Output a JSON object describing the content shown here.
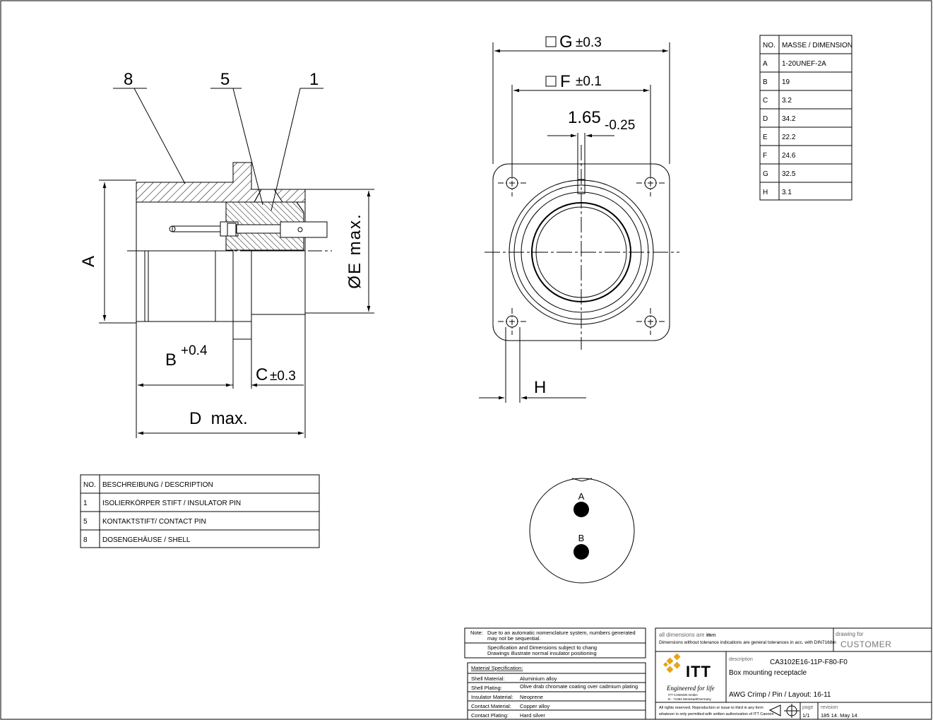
{
  "balloons": [
    "8",
    "5",
    "1"
  ],
  "dimensions": {
    "A": "A",
    "E": "ØE max.",
    "B": "B",
    "B_tol": "+0.4",
    "C": "C",
    "C_tol": "±0.3",
    "D": "D  max.",
    "G": "G",
    "G_tol": "±0.3",
    "F": "F",
    "F_tol": "±0.1",
    "pin": "1.65",
    "pin_tol": "-0.25",
    "H": "H"
  },
  "pin_labels": [
    "A",
    "B"
  ],
  "dimension_table": {
    "headers": [
      "NO.",
      "MASSE / DIMENSION"
    ],
    "rows": [
      [
        "A",
        "1-20UNEF-2A"
      ],
      [
        "B",
        "19"
      ],
      [
        "C",
        "3.2"
      ],
      [
        "D",
        "34.2"
      ],
      [
        "E",
        "22.2"
      ],
      [
        "F",
        "24.6"
      ],
      [
        "G",
        "32.5"
      ],
      [
        "H",
        "3.1"
      ]
    ]
  },
  "parts_table": {
    "headers": [
      "NO.",
      "BESCHREIBUNG / DESCRIPTION"
    ],
    "rows": [
      [
        "1",
        "ISOLIERKÖRPER STIFT / INSULATOR PIN"
      ],
      [
        "5",
        "KONTAKTSTIFT/ CONTACT PIN"
      ],
      [
        "8",
        "DOSENGEHÄUSE / SHELL"
      ]
    ]
  },
  "notes": {
    "label": "Note:",
    "line1": "Due to an automatic nomenclature system, numbers generated",
    "line2": "may not be sequential.",
    "line3": "Specification and Dimensions subject to chang",
    "line4": "Drawings illustrate normal insulator positioning"
  },
  "materials": {
    "title": "Material Specification:",
    "rows": [
      [
        "Shell Material:",
        "Aluminium alloy"
      ],
      [
        "Shell Plating:",
        "Olive drab chromate coating over cadmium plating"
      ],
      [
        "Insulator Material:",
        "Neoprene"
      ],
      [
        "Contact Material:",
        "Copper alloy"
      ],
      [
        "Contact Plating:",
        "Hard silver"
      ]
    ]
  },
  "title_block": {
    "units_label": "all dimensions are in",
    "units_value": "mm",
    "tolerance_note": "Dimensions without tolerance indications are general tolerances in acc. with DIN7168m",
    "drawing_for_label": "drawing for",
    "drawing_for_value": "CUSTOMER",
    "logo_text": "ITT",
    "slogan": "Engineered for life",
    "company_line1": "ITT CANNON GmbH",
    "company_line2": "D - 71364 Weinstadt/Germany",
    "description_label": "description",
    "part_number": "CA3102E16-11P-F80-F0",
    "description": "Box mounting receptacle",
    "subdescription": "AWG Crimp / Pin / Layout: 16-11",
    "rights_line1": "All rights reserved. Reproduction or issue to third in any form",
    "rights_line2": "whatever is only permitted with written authorization of ITT Cannon",
    "page_label": "page",
    "page_value": "1/1",
    "revision_label": "revision",
    "revision_value": "185 14. May 14"
  },
  "colors": {
    "line": "#000000",
    "hatch": "#000000",
    "logo_gold": "#e8a317"
  }
}
